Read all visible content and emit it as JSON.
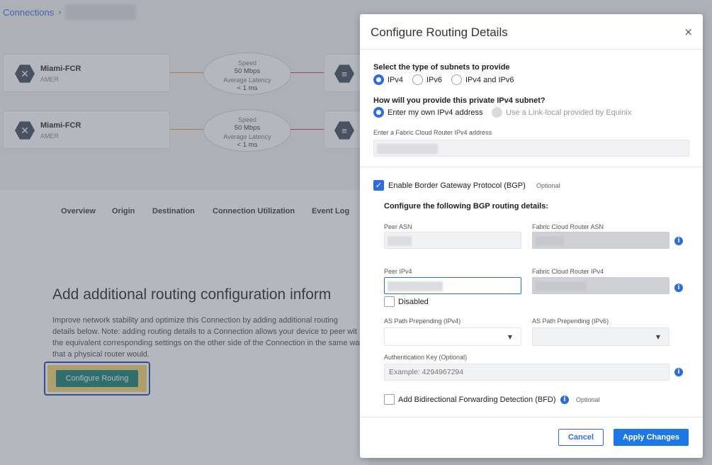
{
  "breadcrumb": {
    "root": "Connections",
    "separator": "›"
  },
  "flows": [
    {
      "name": "Miami-FCR",
      "region": "AMER",
      "speed_label": "Speed",
      "speed": "50 Mbps",
      "latency_label": "Average Latency",
      "latency": "< 1 ms"
    },
    {
      "name": "Miami-FCR",
      "region": "AMER",
      "speed_label": "Speed",
      "speed": "50 Mbps",
      "latency_label": "Average Latency",
      "latency": "< 1 ms"
    }
  ],
  "tabs": [
    "Overview",
    "Origin",
    "Destination",
    "Connection Utilization",
    "Event Log"
  ],
  "section": {
    "title": "Add additional routing configuration inform",
    "description": "Improve network stability and optimize this Connection by adding additional routing details below. Note: adding routing details to a Connection allows your device to peer wit the equivalent corresponding settings on the other side of the Connection in the same wa that a physical router would.",
    "button_label": "Configure Routing"
  },
  "modal": {
    "title": "Configure Routing Details",
    "close_glyph": "×",
    "subnet_type_label": "Select the type of subnets to provide",
    "subnet_options": [
      "IPv4",
      "IPv6",
      "IPv4 and IPv6"
    ],
    "subnet_selected": "IPv4",
    "provide_label": "How will you provide this private IPv4 subnet?",
    "provide_options": [
      "Enter my own IPv4 address",
      "Use a Link-local provided by Equinix"
    ],
    "fcr_ipv4_label": "Enter a Fabric Cloud Router IPv4 address",
    "bgp_label": "Enable Border Gateway Protocol (BGP)",
    "optional_label": "Optional",
    "bgp_details_label": "Configure the following BGP routing details:",
    "peer_asn_label": "Peer ASN",
    "fcr_asn_label": "Fabric Cloud Router ASN",
    "peer_ipv4_label": "Peer IPv4",
    "fcr_ipv4_field_label": "Fabric Cloud Router IPv4",
    "disabled_label": "Disabled",
    "as_path_ipv4_label": "AS Path Prepending (IPv4)",
    "as_path_ipv6_label": "AS Path Prepending (IPv6)",
    "auth_key_label": "Authentication Key (Optional)",
    "auth_key_placeholder": "Example: 4294967294",
    "bfd_label": "Add Bidirectional Forwarding Detection (BFD)",
    "cancel_label": "Cancel",
    "apply_label": "Apply Changes",
    "check_glyph": "✓",
    "info_glyph": "i",
    "caret_glyph": "▼"
  },
  "colors": {
    "primary": "#2d6cdf",
    "apply": "#1d78e6",
    "configure_button": "#0c7a6b",
    "highlight": "#f5d36b"
  }
}
